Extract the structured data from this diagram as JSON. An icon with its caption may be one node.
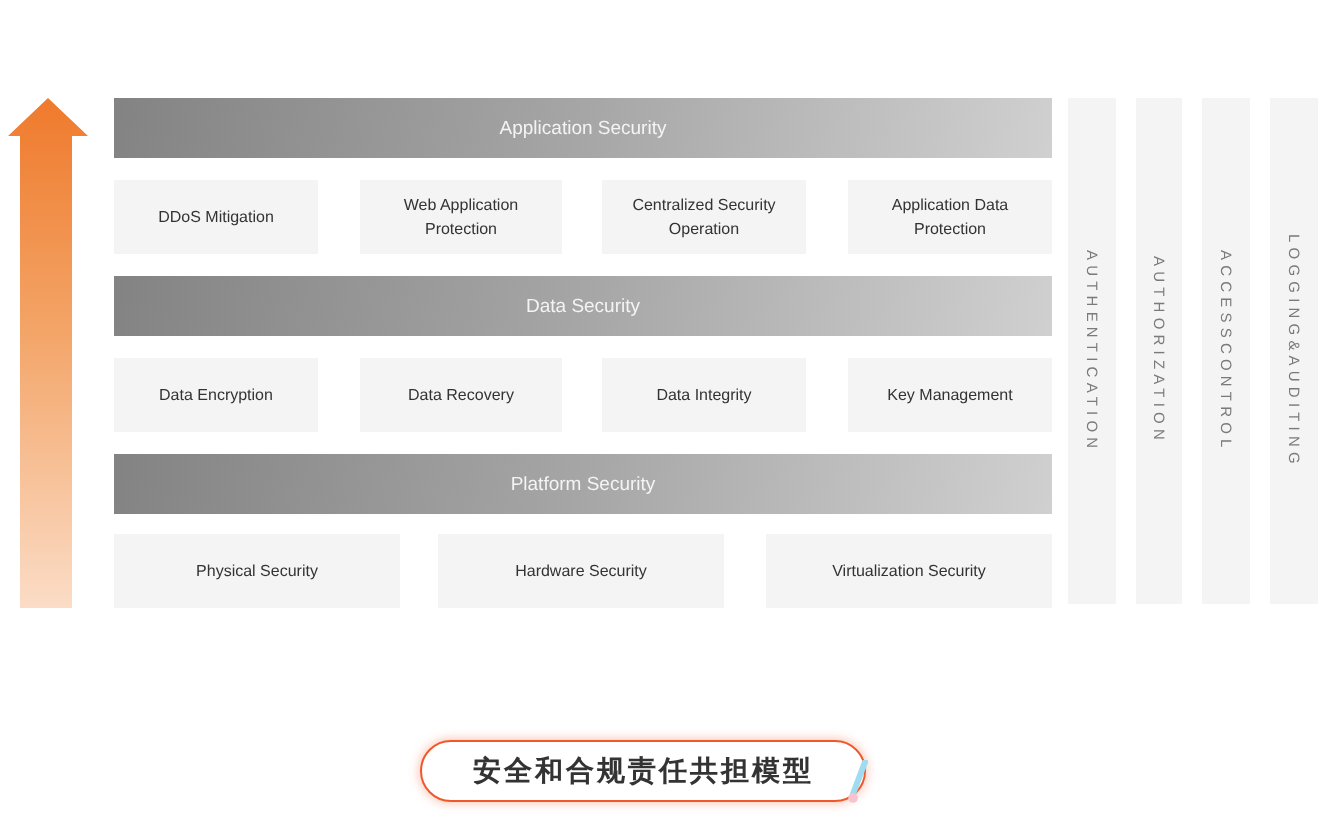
{
  "diagram": {
    "caption": "安全和合规责任共担模型",
    "nodes": [
      {
        "text": [
          "Application Security"
        ]
      },
      {
        "text": [
          "DDoS Mitigation"
        ]
      },
      {
        "text": [
          "Web Application Protection"
        ]
      },
      {
        "text": [
          "Centralized Security Operation"
        ]
      },
      {
        "text": [
          "Application Data Protection"
        ]
      },
      {
        "text": [
          "Data Security"
        ]
      },
      {
        "text": [
          "Data Encryption"
        ]
      },
      {
        "text": [
          "Data Recovery"
        ]
      },
      {
        "text": [
          "Data Integrity"
        ]
      },
      {
        "text": [
          "Key Management"
        ]
      },
      {
        "text": [
          "Platform Security"
        ]
      },
      {
        "text": [
          "Physical Security"
        ]
      },
      {
        "text": [
          "Hardware Security"
        ]
      },
      {
        "text": [
          "Virtualization Security"
        ]
      },
      {
        "text": [
          "AUTHENTICATION"
        ]
      },
      {
        "text": [
          "AUTHORIZATION"
        ]
      },
      {
        "text": [
          "ACCESSCONTROL"
        ]
      },
      {
        "text": [
          "LOGGING&AUDITING"
        ]
      }
    ]
  }
}
